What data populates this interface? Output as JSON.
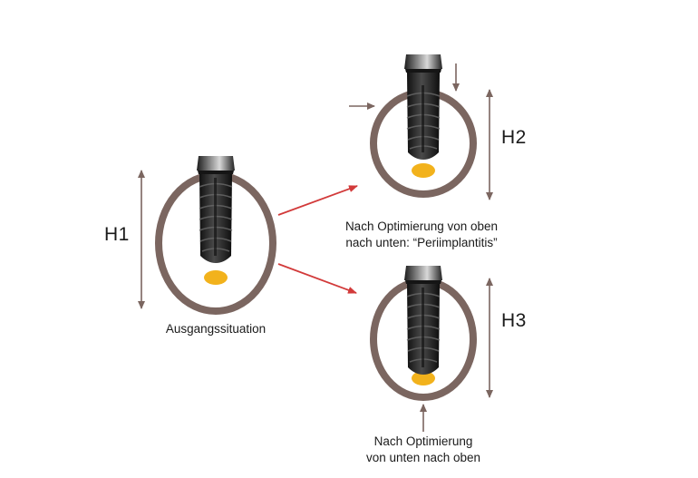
{
  "labels": {
    "h1": "H1",
    "h2": "H2",
    "h3": "H3"
  },
  "captions": {
    "start": "Ausgangssituation",
    "top_line1": "Nach Optimierung von oben",
    "top_line2": "nach unten: “Periimplantitis”",
    "bottom_line1": "Nach Optimierung",
    "bottom_line2": "von unten nach oben"
  },
  "colors": {
    "ring": "#7b6660",
    "implant": "#262626",
    "implant_highlight": "#5a5a5a",
    "bone_spot": "#f2b21c",
    "dimension_arrow": "#7b6660",
    "transition_arrow": "#d23a3a"
  }
}
